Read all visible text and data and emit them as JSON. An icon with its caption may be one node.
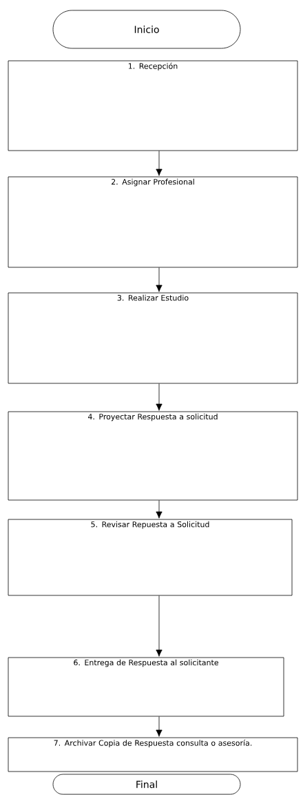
{
  "diagram": {
    "nodes": [
      {
        "text": [
          "Inicio"
        ]
      },
      {
        "text": [
          "1. Recepción"
        ]
      },
      {
        "text": [
          "2. Asignar Profesional"
        ]
      },
      {
        "text": [
          "3. Realizar Estudio"
        ]
      },
      {
        "text": [
          "4. Proyectar Respuesta a solicitud"
        ]
      },
      {
        "text": [
          "5. Revisar Repuesta a Solicitud"
        ]
      },
      {
        "text": [
          "6. Entrega de Respuesta al solicitante"
        ]
      },
      {
        "text": [
          "7. Archivar Copia de Respuesta consulta o asesoría."
        ]
      },
      {
        "text": [
          "Final"
        ]
      }
    ],
    "edges": [
      {
        "from": 1,
        "to": 2,
        "arrow": "to"
      },
      {
        "from": 2,
        "to": 3,
        "arrow": "to"
      },
      {
        "from": 3,
        "to": 4,
        "arrow": "to"
      },
      {
        "from": 4,
        "to": 5,
        "arrow": "to"
      },
      {
        "from": 5,
        "to": 6,
        "arrow": "to"
      },
      {
        "from": 6,
        "to": 7,
        "arrow": "to"
      }
    ]
  }
}
